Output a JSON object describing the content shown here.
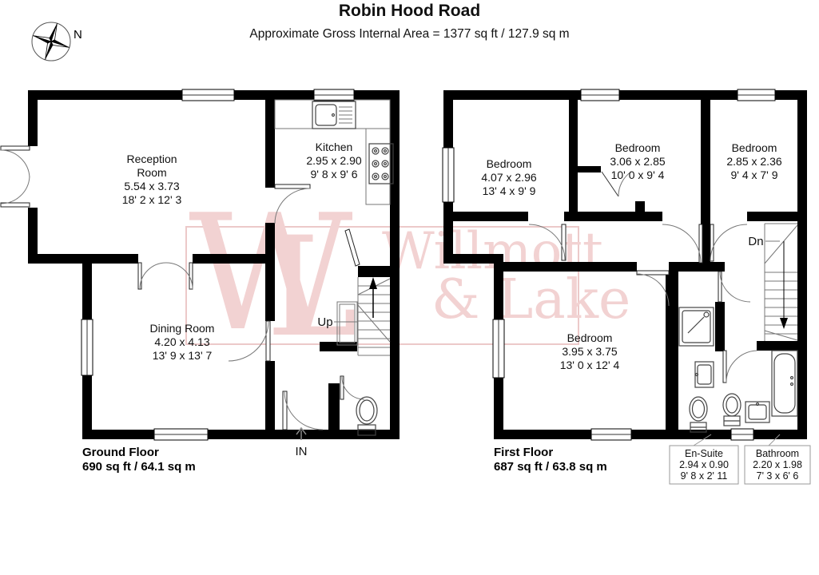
{
  "header": {
    "title": "Robin Hood Road",
    "subtitle": "Approximate Gross Internal Area = 1377 sq ft / 127.9 sq m"
  },
  "compass": {
    "label": "N"
  },
  "watermark": {
    "monogram_w": "W",
    "monogram_l": "L",
    "line1": "Willmott",
    "line2": "& Lake",
    "color": "#f2d2d2",
    "border_color": "#ecc9c9"
  },
  "ground_floor": {
    "title": "Ground Floor",
    "area": "690 sq ft / 64.1 sq m",
    "stairs_label": "Up",
    "entrance_label": "IN",
    "reception": {
      "line1": "Reception",
      "line2": "Room",
      "metric": "5.54 x 3.73",
      "imperial": "18' 2 x 12' 3"
    },
    "kitchen": {
      "name": "Kitchen",
      "metric": "2.95 x 2.90",
      "imperial": "9' 8 x 9' 6"
    },
    "dining": {
      "name": "Dining Room",
      "metric": "4.20 x 4.13",
      "imperial": "13' 9 x 13' 7"
    }
  },
  "first_floor": {
    "title": "First Floor",
    "area": "687 sq ft / 63.8 sq m",
    "stairs_label": "Dn",
    "bedroom1": {
      "name": "Bedroom",
      "metric": "4.07 x 2.96",
      "imperial": "13' 4 x 9' 9"
    },
    "bedroom2": {
      "name": "Bedroom",
      "metric": "3.06 x 2.85",
      "imperial": "10' 0 x 9' 4"
    },
    "bedroom3": {
      "name": "Bedroom",
      "metric": "2.85 x 2.36",
      "imperial": "9' 4 x 7' 9"
    },
    "bedroom4": {
      "name": "Bedroom",
      "metric": "3.95 x 3.75",
      "imperial": "13' 0 x 12' 4"
    },
    "ensuite": {
      "name": "En-Suite",
      "metric": "2.94 x 0.90",
      "imperial": "9' 8 x 2' 11"
    },
    "bathroom": {
      "name": "Bathroom",
      "metric": "2.20 x 1.98",
      "imperial": "7' 3 x 6' 6"
    }
  }
}
